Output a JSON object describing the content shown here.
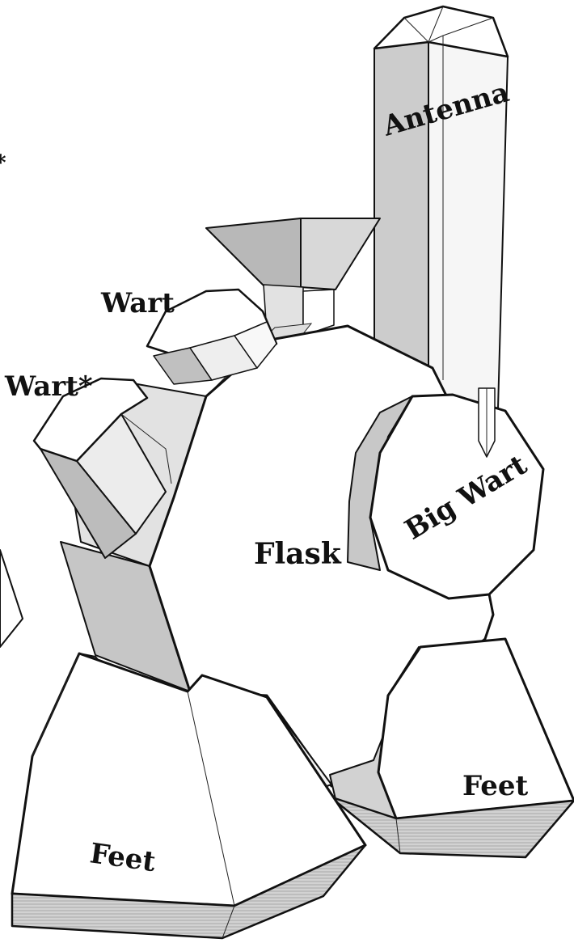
{
  "labels": {
    "antenna": "Antenna",
    "wart": "Wart",
    "wart_star": "Wart*",
    "big_wart": "Big Wart",
    "flask": "Flask",
    "feet_left": "Feet",
    "feet_right": "Feet",
    "edge_star": "*"
  },
  "colors": {
    "face_light": "#ffffff",
    "face_mid": "#e6e6e6",
    "face_shade": "#cfcfcf",
    "face_dark": "#b4b4b4",
    "outline": "#111111"
  }
}
